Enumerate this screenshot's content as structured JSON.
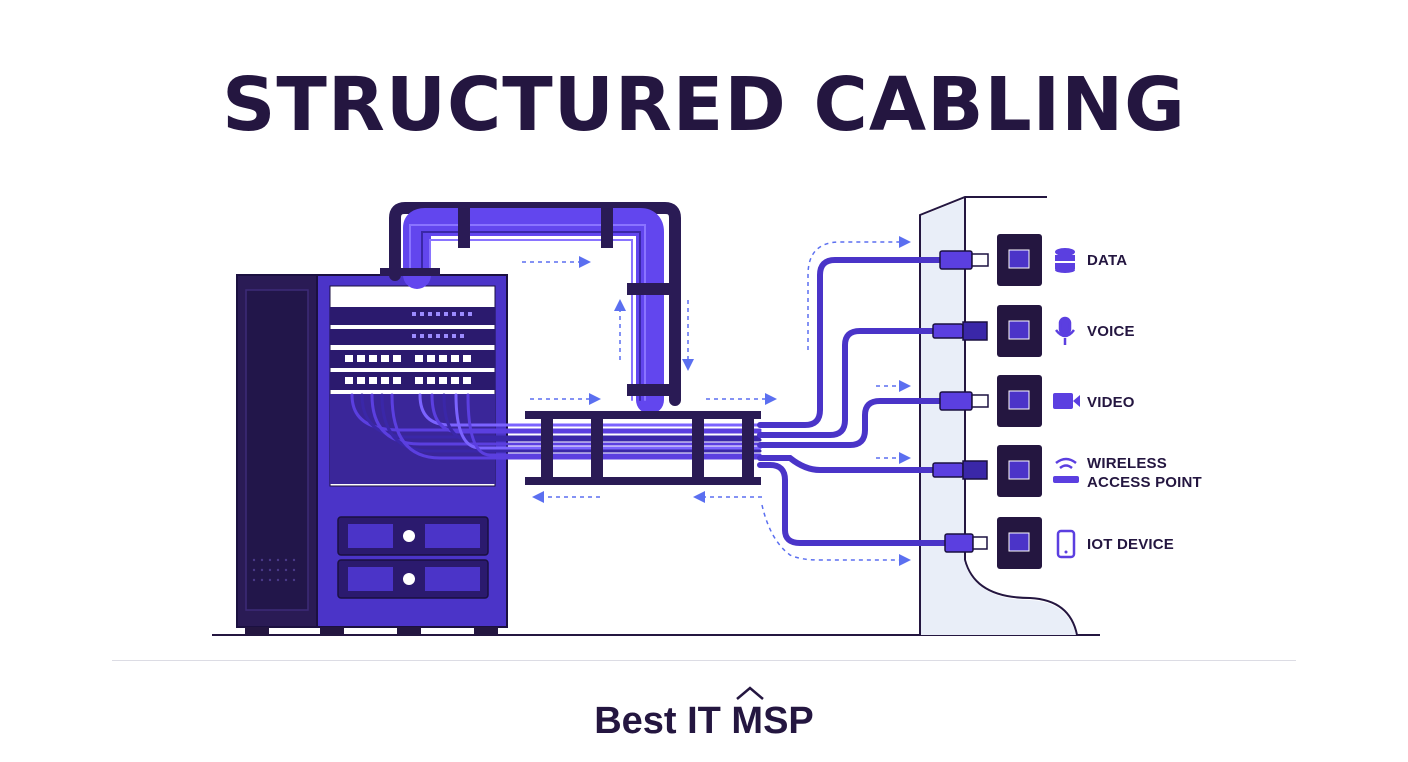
{
  "title": "STRUCTURED CABLING",
  "outlets": [
    {
      "label": "DATA",
      "icon": "database-icon"
    },
    {
      "label": "VOICE",
      "icon": "microphone-icon"
    },
    {
      "label": "VIDEO",
      "icon": "video-camera-icon"
    },
    {
      "label": "WIRELESS\nACCESS POINT",
      "icon": "wifi-router-icon"
    },
    {
      "label": "IOT DEVICE",
      "icon": "smartphone-icon"
    }
  ],
  "brand": "Best IT MSP",
  "colors": {
    "ink": "#241640",
    "accent": "#5b3fe0",
    "rack": "#3b2a8f",
    "wall": "#eef2fa"
  }
}
